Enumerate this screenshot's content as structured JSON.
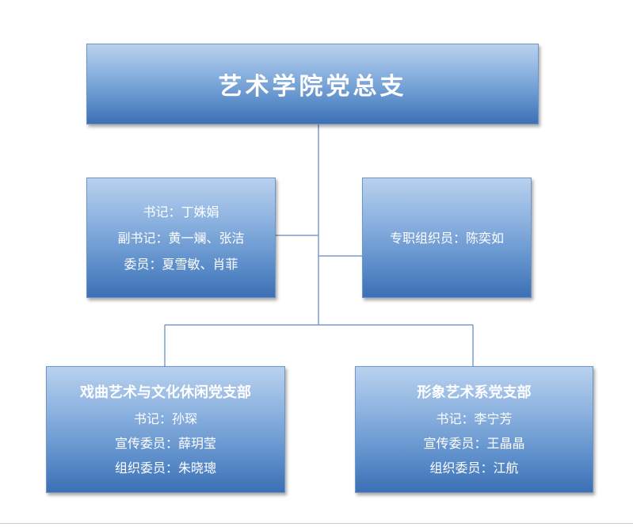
{
  "org": {
    "root": {
      "title": "艺术学院党总支"
    },
    "left_mid": {
      "lines": [
        "书记：丁姝娟",
        "副书记：黄一斓、张洁",
        "委员：夏雪敏、肖菲"
      ]
    },
    "right_mid": {
      "lines": [
        "专职组织员：陈奕如"
      ]
    },
    "bottom_left": {
      "title": "戏曲艺术与文化休闲党支部",
      "lines": [
        "书记：孙琛",
        "宣传委员：薛玥莹",
        "组织委员：朱晓璁"
      ]
    },
    "bottom_right": {
      "title": "形象艺术系党支部",
      "lines": [
        "书记：李宁芳",
        "宣传委员：王晶晶",
        "组织委员：江航"
      ]
    }
  },
  "colors": {
    "box_top": "#b9d1ee",
    "box_bottom": "#3c6fb4",
    "connector": "#7d9cc8",
    "text": "#ffffff"
  }
}
